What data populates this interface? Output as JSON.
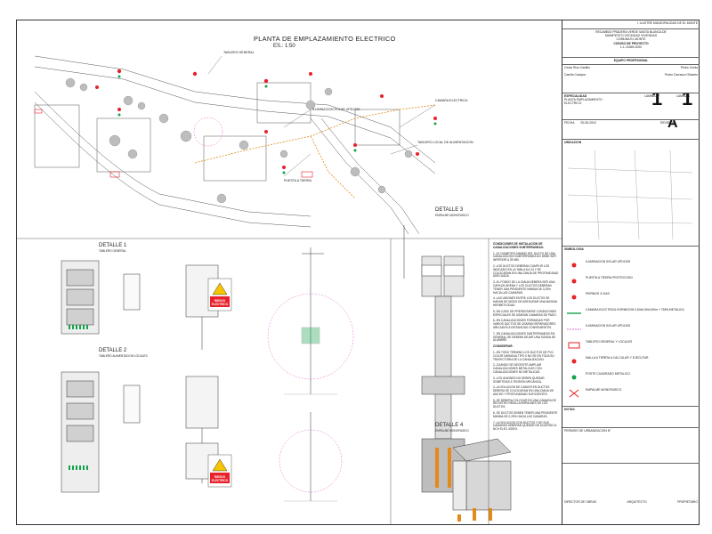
{
  "plan": {
    "title": "PLANTA DE EMPLAZAMIENTO ELECTRICO",
    "scale": "ES.: 1:50",
    "callouts": [
      "TABLERO GENERAL",
      "ILUMINACION SOLAR UPD1200",
      "PUESTA A TIERRA",
      "CAMARA ELECTRICA",
      "TABLERO LOCAL DE ALIMENTACION"
    ]
  },
  "details": {
    "d1_title": "DETALLE 1",
    "d1_sub": "TABLERO GENERAL",
    "d2_title": "DETALLE 2",
    "d2_sub": "TABLERO ALIMENTACION LOCALES",
    "d3_title": "DETALLE 3",
    "d3_sub": "EMPALME MONOFASICO",
    "d4_title": "DETALLE 4",
    "d4_sub": "EMPALME MONOFASICO",
    "danger_1": "RIESGO ELECTRICO",
    "danger_2": "RIESGO ELECTRICO"
  },
  "notes": {
    "heading": "CONDICIONES DE INSTALACION DE CANALIZACIONES SUBTERRANEAS:",
    "items": [
      "1.-EL DIAMETRO MINIMO DEL DUCTO DE UNA CANALIZACION SUBTERRANEA NO DEBE SER INFERIOR A 25 MM.",
      "2.-LOS DUCTOS DEBERAN CUMPLIR LOS INDICADO EN LA TABLA 8.4.24 Y SE COLOCARAN EN UNA ZANJA DE PROFUNDIDAD ADECUADA.",
      "3.-EL FONDO DE LA ZANJA DEBERA SER UNA CAPA DE ARENA Y LOS DUCTOS DEBERAN TENER UNA PENDIENTE MINIMA DE 0,25% HACIA LAS CAMARAS.",
      "4.-LAS UNIONES ENTRE LOS DUCTOS SE HARAN DE MODO DE ASEGURAR UNA MAXIMA HERMETICIDAD.",
      "5.-EN CASO DE PRESENTARSE CONDICIONES ESPECIALES SE USARAN CAMARAS DE PASO.",
      "6.-EN CANALIZACIONES FORMADAS POR VARIOS DUCTOS SE USARAN SEPARADORES UBICADOS A DISTANCIAS CONVENIENTES.",
      "7.-EN CANALIZACIONES SUBTERRANEAS EN GENERAL SE DEBERA DEJAR UNA SONDA DE ALAMBRE."
    ],
    "consider_heading": "CONSIDERAR:",
    "consider_items": [
      "1.-EN TODO TERMINO LOS DUCTOS DE PVC COLOR NARANJA TIPO II NO SE EN TODA SU TRAYECTORIA DE LA CANALIZACION.",
      "2.-CUANDO SE NECESITE AMPLIAR CANALIZACIONES METALICAS CON CANALIZACIONES NO METALICAS.",
      "3.-LOS UNIONES NO DEBEN QUEDAR SOMETIDAS A TENSION MECANICA.",
      "4.-LA SOLUCION DE CABLES EN DUCTOS DEBERA SE COLOCARAN EN UNA ZANJA DE ANCHO Y PROFUNDIDAD SUFICIENTES.",
      "5.-SE DEBERA COLOCAR EN UNA CAMARA DE REGISTRO PARA LA EMPALMES DE LOS DUCTOS.",
      "6.-SE DUCTOS DEBEN TENER UNA PENDIENTE MINIMA DE 0,25% HACIA LAS CAMARAS.",
      "7.-LA SOLUCION CON DUCTOS Y DE SUS CAMARAS DEBERAN QUEDAR DE ACUERDO A NCH ELEC 4/2003."
    ]
  },
  "titleblock": {
    "owner_line1": "I. ILUSTRE MUNICIPALIDAD DE EL MONTE",
    "project_line1": "RECAMBIO PRADERA VERDE SANTA BLANCA DE",
    "project_line2": "MANIFIESTO VECINDAD VIVIENDAS",
    "comuna": "COMUNA EL MONTE",
    "codigo": "CODIGO DE PROYECTO",
    "codigo_val": "1-1-10345-2000",
    "equipo": "EQUIPO PROFESIONAL",
    "prof_1": "Cesar Rios Castillo",
    "prof_2": "Pedro Cerda",
    "prof_3": "Camila Campos",
    "prof_4": "Pedro Carrasco Olivares",
    "especialidad": "ESPECIALIDAD",
    "especialidad_val": "PLANTA EMPLAZAMIENTO ELECTRICO",
    "lamina_lbl": "LAMINA N°",
    "lamina_val": "1",
    "total_lbl": "LAMINAS",
    "total_val": "1",
    "rev_lbl": "REVISION",
    "rev_val": "A",
    "fecha_lbl": "FECHA",
    "fecha_val": "25-08-2019",
    "ubicacion": "UBICACION",
    "simbologia": "SIMBOLOGIA",
    "legend": [
      {
        "sym": "red-dot",
        "label": "ILUMINACION SOLAR UPD1200"
      },
      {
        "sym": "red-dot",
        "label": "PUESTA A TIERRA PROTECCION"
      },
      {
        "sym": "red-dot",
        "label": "PIERNOS 3 VIAS"
      },
      {
        "sym": "green-line",
        "label": "CAMARA ELECTRICA HORMIGON 0,50x0,50x0,50m + TAPA METALICA"
      },
      {
        "sym": "pink-line",
        "label": "ILUMINACION SOLAR UPD1200"
      },
      {
        "sym": "red-rect",
        "label": "TABLERO GENERAL Y LOCALES"
      },
      {
        "sym": "red-dot",
        "label": "MALLA A TIERRA A CALCULAR Y EJECUTAR"
      },
      {
        "sym": "green-dot",
        "label": "POSTE CUADRADO METALICO"
      },
      {
        "sym": "red-x",
        "label": "EMPALME MONOFASICO"
      }
    ],
    "notas": "NOTAS",
    "permiso": "PERMISO DE URBANIZACION N°",
    "firma_1": "DIRECTOR DE OBRAS",
    "firma_2": "ARQUITECTO",
    "firma_3": "PROPIETARIO"
  },
  "colors": {
    "line": "#333333",
    "red": "#e8212a",
    "green": "#12a34a",
    "orange": "#e48a1b",
    "pink": "#e26bd0",
    "grey": "#9a9a9a"
  }
}
